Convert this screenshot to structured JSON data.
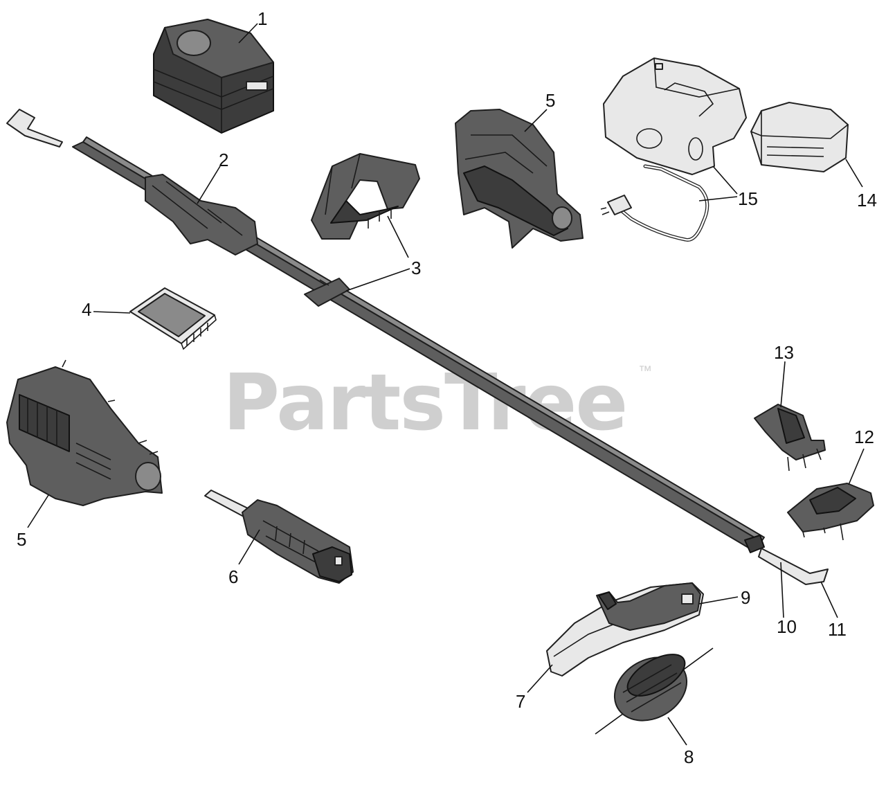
{
  "watermark": {
    "brand": "PartsTree",
    "trademark": "™"
  },
  "callouts": {
    "c1": "1",
    "c2": "2",
    "c3": "3",
    "c4": "4",
    "c5a": "5",
    "c5b": "5",
    "c6": "6",
    "c7": "7",
    "c8": "8",
    "c9": "9",
    "c10": "10",
    "c11": "11",
    "c12": "12",
    "c13": "13",
    "c14": "14",
    "c15": "15"
  },
  "colors": {
    "part": "#5e5e5e",
    "outline": "#1e1e1e",
    "watermark": "#cfcfcf"
  }
}
